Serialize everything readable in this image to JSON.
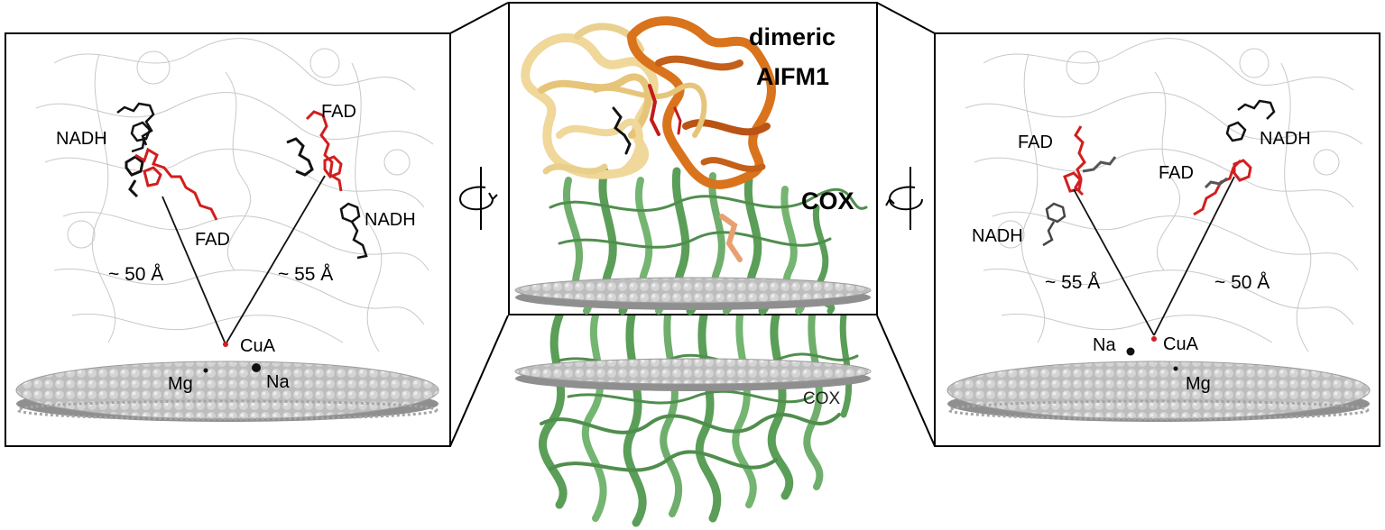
{
  "figure": {
    "center": {
      "title_line1": "dimeric",
      "title_line2": "AIFM1",
      "cox_label": "COX",
      "cox_label_lower": "COX"
    },
    "left_panel": {
      "nadh_top": "NADH",
      "fad_top": "FAD",
      "fad_lower": "FAD",
      "nadh_lower": "NADH",
      "distance_left": "~ 50 Å",
      "distance_right": "~ 55 Å",
      "cua": "CuA",
      "mg": "Mg",
      "na": "Na"
    },
    "right_panel": {
      "fad_top": "FAD",
      "nadh_top": "NADH",
      "fad_lower": "FAD",
      "nadh_lower": "NADH",
      "distance_left": "~ 55 Å",
      "distance_right": "~ 50 Å",
      "cua": "CuA",
      "na": "Na",
      "mg": "Mg"
    },
    "colors": {
      "aifm1_light": "#f0d79a",
      "aifm1_orange": "#d9731c",
      "cox_green": "#6fae6c",
      "fad_red": "#d21e1e",
      "membrane_gray": "#b9b9b9"
    }
  }
}
